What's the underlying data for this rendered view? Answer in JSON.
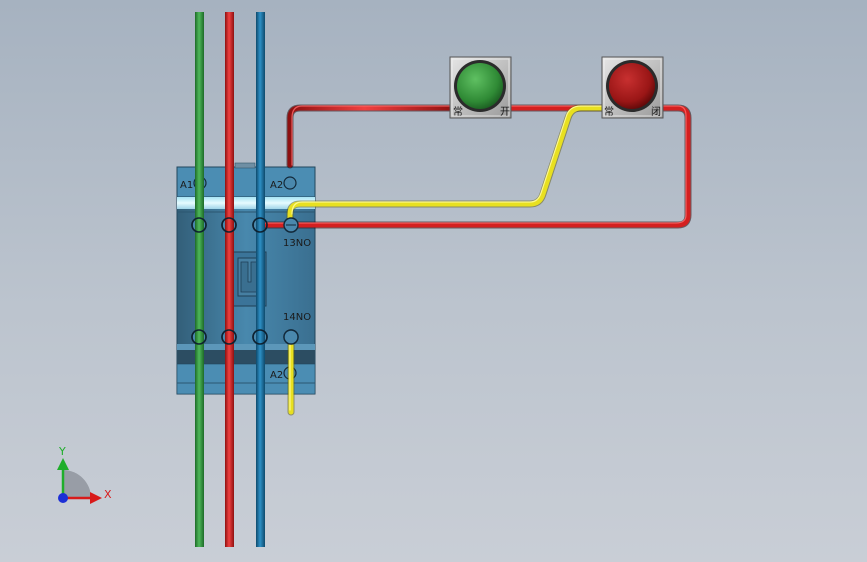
{
  "contactor": {
    "terminal_a1": "A1",
    "terminal_a2_top": "A2",
    "terminal_13no": "13NO",
    "terminal_14no": "14NO",
    "terminal_a2_bottom": "A2"
  },
  "buttons": {
    "green": {
      "left_mark": "常",
      "right_mark": "开"
    },
    "red": {
      "left_mark": "常",
      "right_mark": "闭"
    }
  },
  "axis_triad": {
    "y_label": "Y",
    "x_label": "X"
  },
  "colors": {
    "wire_green": "#2e8b3a",
    "wire_red": "#d42020",
    "wire_blue": "#1a6e9c",
    "wire_yellow": "#e8e020",
    "contactor_body": "#3f7fa3",
    "button_green": "#3c9a40",
    "button_red": "#a81c1c"
  }
}
